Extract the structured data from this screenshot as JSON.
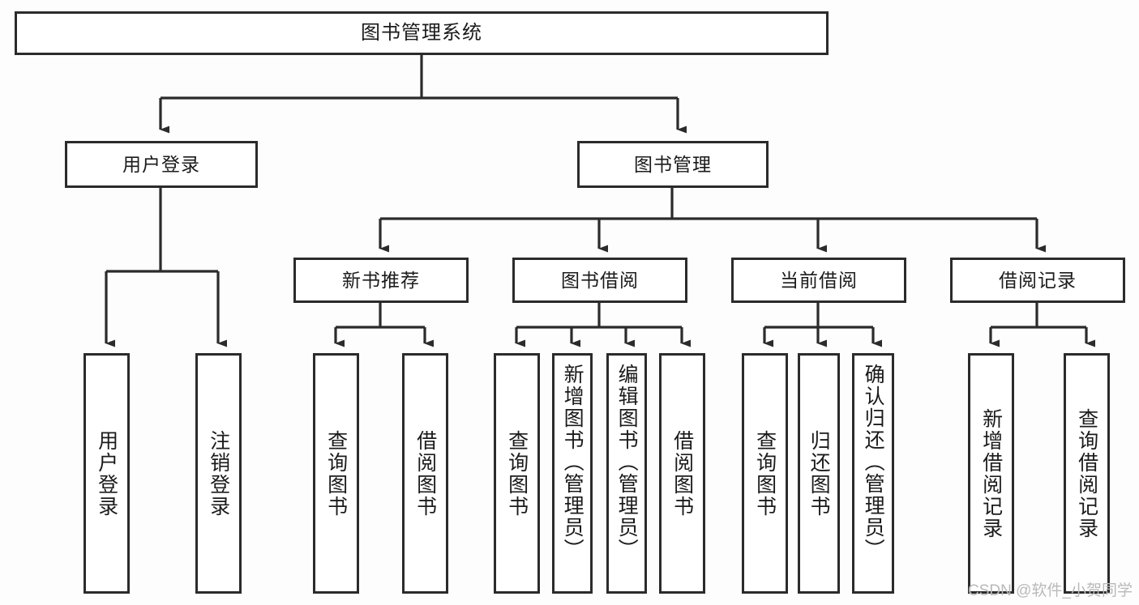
{
  "diagram": {
    "title": "图书管理系统",
    "type": "tree-hierarchy-diagram",
    "root": {
      "label": "图书管理系统"
    },
    "level2": [
      {
        "label": "用户登录"
      },
      {
        "label": "图书管理"
      }
    ],
    "level3": [
      {
        "label": "新书推荐"
      },
      {
        "label": "图书借阅"
      },
      {
        "label": "当前借阅"
      },
      {
        "label": "借阅记录"
      }
    ],
    "leaves": {
      "user_login": [
        {
          "label": "用户登录"
        },
        {
          "label": "注销登录"
        }
      ],
      "new_book_recommend": [
        {
          "label": "查询图书"
        },
        {
          "label": "借阅图书"
        }
      ],
      "book_borrow": [
        {
          "label": "查询图书"
        },
        {
          "label": "新增图书（管理员）"
        },
        {
          "label": "编辑图书（管理员）"
        },
        {
          "label": "借阅图书"
        }
      ],
      "current_borrow": [
        {
          "label": "查询图书"
        },
        {
          "label": "归还图书"
        },
        {
          "label": "确认归还（管理员）"
        }
      ],
      "borrow_records": [
        {
          "label": "新增借阅记录"
        },
        {
          "label": "查询借阅记录"
        }
      ]
    }
  },
  "watermark": {
    "text": "CSDN @软件_小贺同学"
  },
  "colors": {
    "background": "#fdfdfd",
    "box_fill": "#ffffff",
    "box_border": "#2b2b2b",
    "line": "#2b2b2b",
    "text": "#1b1b1b",
    "watermark": "#b9b9b9"
  }
}
